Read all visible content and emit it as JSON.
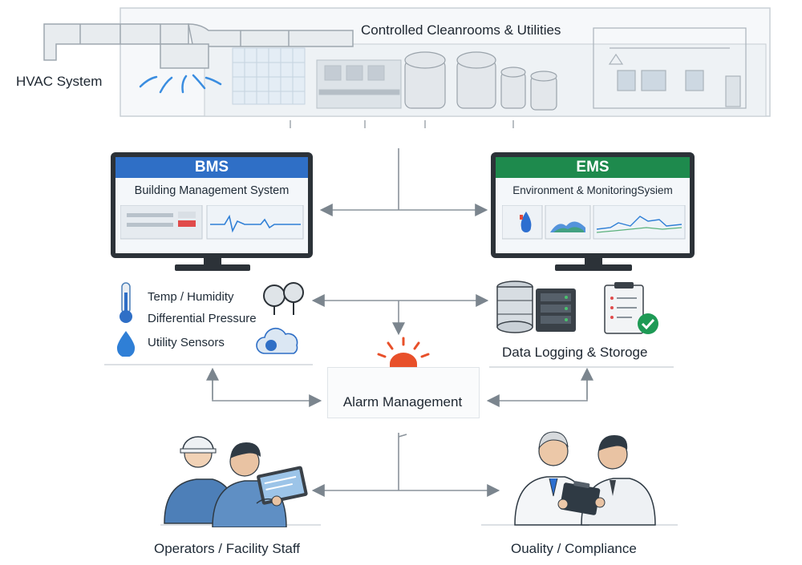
{
  "facility": {
    "cleanrooms_label": "Controlled Cleanrooms & Utilities",
    "hvac_label": "HVAC System"
  },
  "bms": {
    "title": "BMS",
    "subtitle": "Building Management System",
    "header_color": "#2f6fc6"
  },
  "ems": {
    "title": "EMS",
    "subtitle": "Environment & MonitoringSysiem",
    "header_color": "#1e8a4d"
  },
  "sensors": {
    "items": [
      {
        "label": "Temp / Humidity",
        "icon": "thermometer-icon"
      },
      {
        "label": "Differential Pressure",
        "icon": "pressure-gauge-icon"
      },
      {
        "label": "Utility Sensors",
        "icon": "water-drop-icon"
      }
    ]
  },
  "storage": {
    "label": "Data Logging & Storoge"
  },
  "alarm": {
    "label": "Alarm Management",
    "beacon_color": "#e8502a"
  },
  "people": {
    "operators_label": "Operators / Facility Staff",
    "quality_label": "Ouality / Compliance"
  }
}
